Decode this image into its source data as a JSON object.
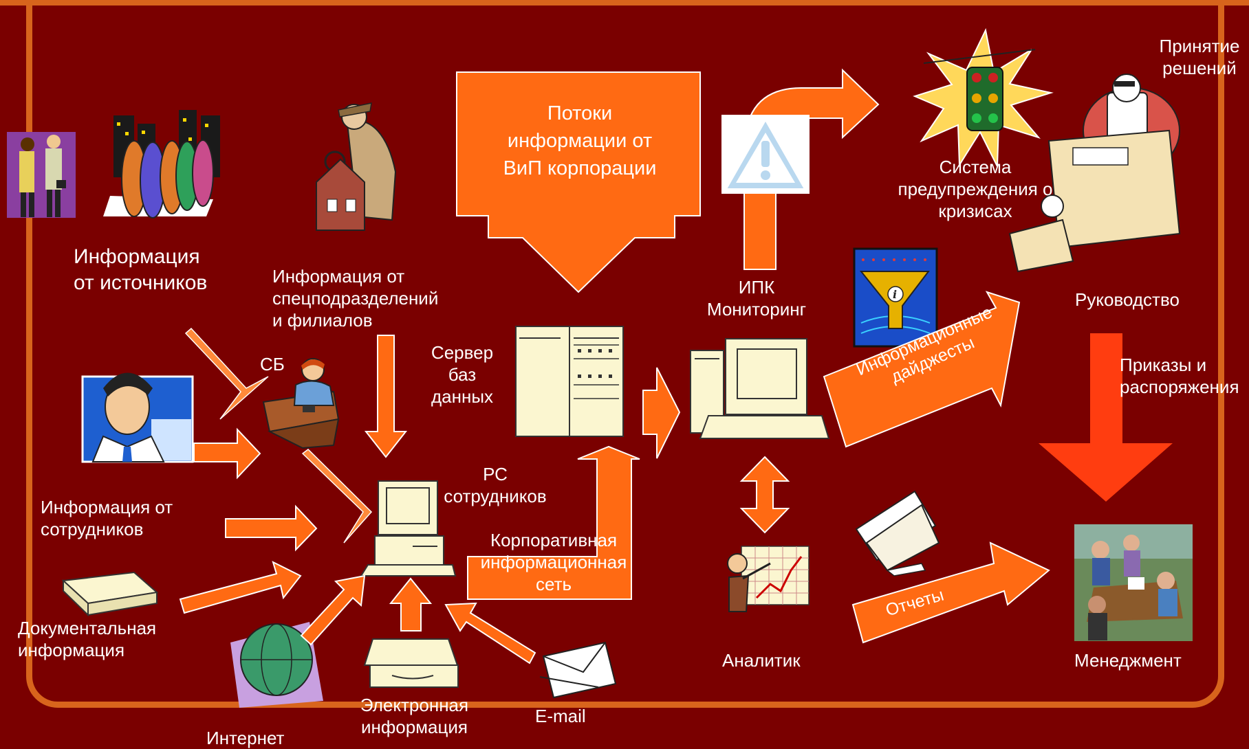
{
  "flow_title": "Потоки\nинформации от\nВиП корпорации",
  "labels": {
    "sources": "Информация\nот  источников",
    "subdivisions": "Информация от\nспецподразделений\nи филиалов",
    "sb": "СБ",
    "db_server": "Сервер\nбаз\nданных",
    "ipk": "ИПК\nМониторинг",
    "crisis": "Система\nпредупреждения о\nкризисах",
    "decisions": "Принятие\nрешений",
    "leadership": "Руководство",
    "orders": "Приказы и\nраспоряжения",
    "employees_info": "Информация от\nсотрудников",
    "workstation": "РС\nсотрудников",
    "corp_network": "Корпоративная\nинформационная\nсеть",
    "documentary": "Документальная\nинформация",
    "internet": "Интернет",
    "electronic": "Электронная\nинформация",
    "email": "E-mail",
    "analyst": "Аналитик",
    "management": "Менеджмент",
    "digests": "Информационные\nдайджесты",
    "reports": "Отчеты"
  },
  "colors": {
    "background": "#7a0000",
    "arrow": "#ff6a13",
    "frame": "#d8641c",
    "orders_arrow": "#ff3d10",
    "equipment": "#fbf6d0"
  }
}
